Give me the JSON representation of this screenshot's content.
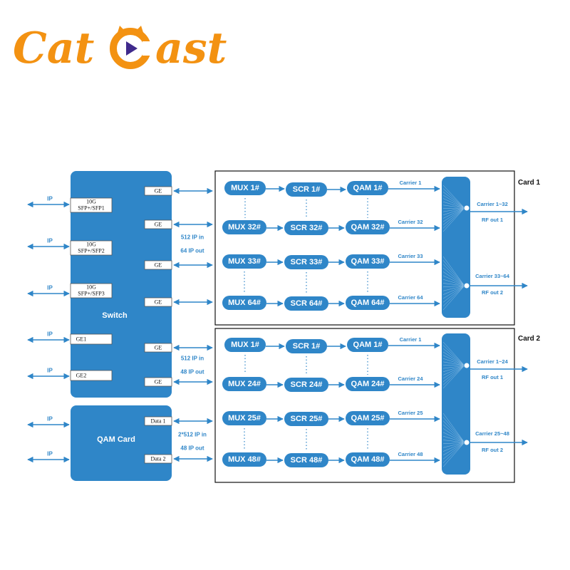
{
  "brand": {
    "logo_text": "CatCast",
    "logo_color": "#f39212",
    "accent": "#2f86c8"
  },
  "switch": {
    "title": "Switch",
    "ports": [
      {
        "label_line1": "10G",
        "label_line2": "SFP+/SFP1",
        "ext": "IP"
      },
      {
        "label_line1": "10G",
        "label_line2": "SFP+/SFP2",
        "ext": "IP"
      },
      {
        "label_line1": "10G",
        "label_line2": "SFP+/SFP3",
        "ext": "IP"
      },
      {
        "label_line1": "GE1",
        "label_line2": "",
        "ext": "IP"
      },
      {
        "label_line1": "GE2",
        "label_line2": "",
        "ext": "IP"
      }
    ],
    "ge_ports": [
      "GE",
      "GE",
      "GE",
      "GE",
      "GE",
      "GE"
    ]
  },
  "qam_card": {
    "title": "QAM Card",
    "ext_labels": [
      "IP",
      "IP"
    ],
    "data_ports": [
      "Data 1",
      "Data 2"
    ]
  },
  "link_labels": {
    "card1_in": "512 IP in",
    "card1_out": "64 IP out",
    "card2_in": "512 IP in",
    "card2_out": "48 IP out",
    "qam_in": "2*512 IP in",
    "qam_out": "48 IP out"
  },
  "cards": [
    {
      "title": "Card 1",
      "rows": [
        {
          "mux": "MUX 1#",
          "scr": "SCR 1#",
          "qam": "QAM 1#",
          "carrier": "Carrier 1"
        },
        {
          "mux": "MUX 32#",
          "scr": "SCR 32#",
          "qam": "QAM 32#",
          "carrier": "Carrier 32"
        },
        {
          "mux": "MUX 33#",
          "scr": "SCR 33#",
          "qam": "QAM 33#",
          "carrier": "Carrier 33"
        },
        {
          "mux": "MUX 64#",
          "scr": "SCR 64#",
          "qam": "QAM 64#",
          "carrier": "Carrier 64"
        }
      ],
      "outputs": [
        {
          "carriers": "Carrier 1~32",
          "rf": "RF out 1"
        },
        {
          "carriers": "Carrier 33~64",
          "rf": "RF out 2"
        }
      ]
    },
    {
      "title": "Card 2",
      "rows": [
        {
          "mux": "MUX 1#",
          "scr": "SCR 1#",
          "qam": "QAM 1#",
          "carrier": "Carrier 1"
        },
        {
          "mux": "MUX 24#",
          "scr": "SCR 24#",
          "qam": "QAM 24#",
          "carrier": "Carrier 24"
        },
        {
          "mux": "MUX 25#",
          "scr": "SCR 25#",
          "qam": "QAM 25#",
          "carrier": "Carrier 25"
        },
        {
          "mux": "MUX 48#",
          "scr": "SCR 48#",
          "qam": "QAM 48#",
          "carrier": "Carrier 48"
        }
      ],
      "outputs": [
        {
          "carriers": "Carrier 1~24",
          "rf": "RF out 1"
        },
        {
          "carriers": "Carrier 25~48",
          "rf": "RF out 2"
        }
      ]
    }
  ]
}
